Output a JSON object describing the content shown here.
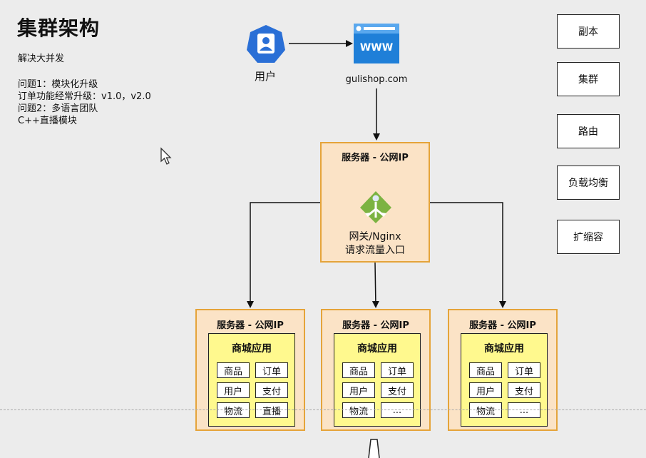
{
  "title": "集群架构",
  "notes": [
    "解决大并发",
    "问题1：模块化升级",
    "订单功能经常升级：v1.0，v2.0",
    "问题2：多语言团队",
    "C++直播模块"
  ],
  "user_label": "用户",
  "browser_text": "WWW",
  "domain": "gulishop.com",
  "gateway": {
    "title": "服务器 - 公网IP",
    "line1": "网关/Nginx",
    "line2": "请求流量入口"
  },
  "servers": [
    {
      "title": "服务器 - 公网IP",
      "app": "商城应用",
      "cells": [
        "商品",
        "订单",
        "用户",
        "支付",
        "物流",
        "直播"
      ]
    },
    {
      "title": "服务器 - 公网IP",
      "app": "商城应用",
      "cells": [
        "商品",
        "订单",
        "用户",
        "支付",
        "物流",
        "..."
      ]
    },
    {
      "title": "服务器 - 公网IP",
      "app": "商城应用",
      "cells": [
        "商品",
        "订单",
        "用户",
        "支付",
        "物流",
        "..."
      ]
    }
  ],
  "side_buttons": [
    "副本",
    "集群",
    "路由",
    "负载均衡",
    "扩缩容"
  ],
  "colors": {
    "accent_blue": "#2a6fd6",
    "box_fill": "#fbe3c6",
    "box_border": "#e5a43a",
    "app_fill": "#fff98e",
    "gateway_icon": "#7cb342"
  }
}
